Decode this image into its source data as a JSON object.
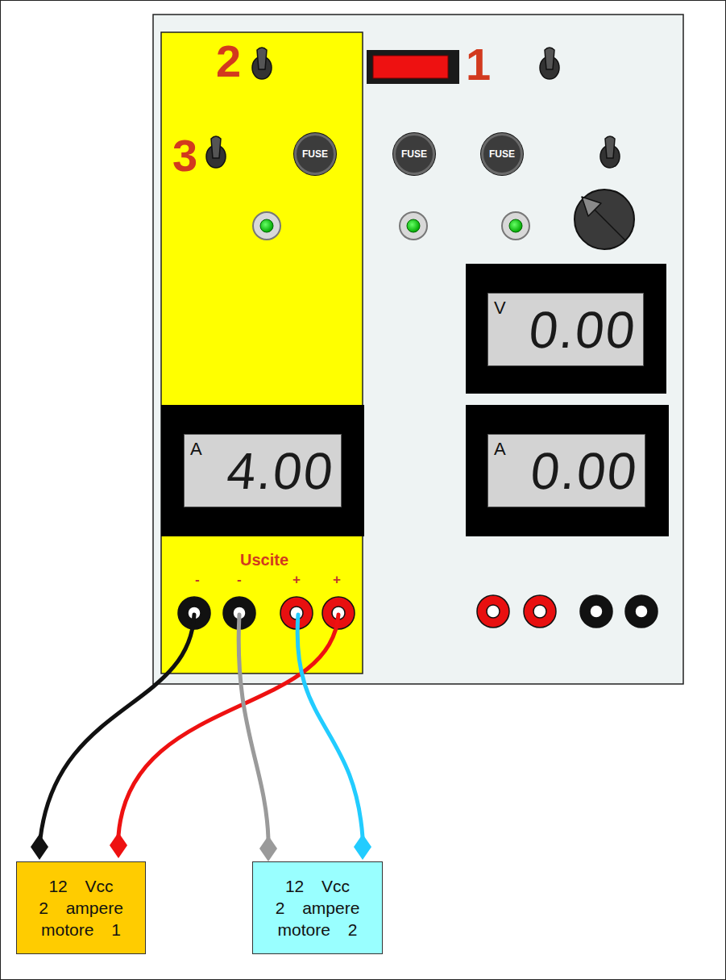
{
  "diagram": {
    "nodes": [
      {
        "text": [
          "FUSE"
        ]
      },
      {
        "text": [
          "FUSE"
        ]
      },
      {
        "text": [
          "FUSE"
        ]
      },
      {
        "text": [
          "V",
          "0.00"
        ]
      },
      {
        "text": [
          "A",
          "4.00"
        ]
      },
      {
        "text": [
          "A",
          "0.00"
        ]
      },
      {
        "text": [
          "12 Vcc 2 ampere motore 1"
        ]
      },
      {
        "text": [
          "12 Vcc 2 ampere motore 2"
        ]
      }
    ],
    "labels": [
      "2",
      "1",
      "3",
      "Uscite",
      "-",
      "-",
      "+",
      "+"
    ]
  }
}
